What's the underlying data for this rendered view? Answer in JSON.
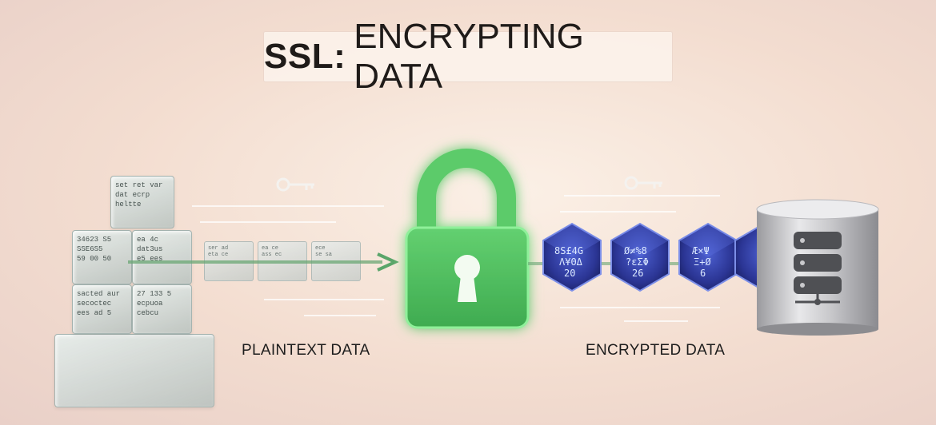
{
  "title": {
    "bold": "SSL:",
    "rest": "ENCRYPTING DATA"
  },
  "labels": {
    "plaintext": "PLAINTEXT DATA",
    "encrypted": "ENCRYPTED DATA"
  },
  "colors": {
    "lock_green": "#4fbf5f",
    "lock_glow": "#8ff09a",
    "gem_blue": "#3341a8",
    "arrow_green": "#5aa56a"
  },
  "icons": [
    "key-icon",
    "key-icon",
    "padlock-icon",
    "server-icon"
  ]
}
